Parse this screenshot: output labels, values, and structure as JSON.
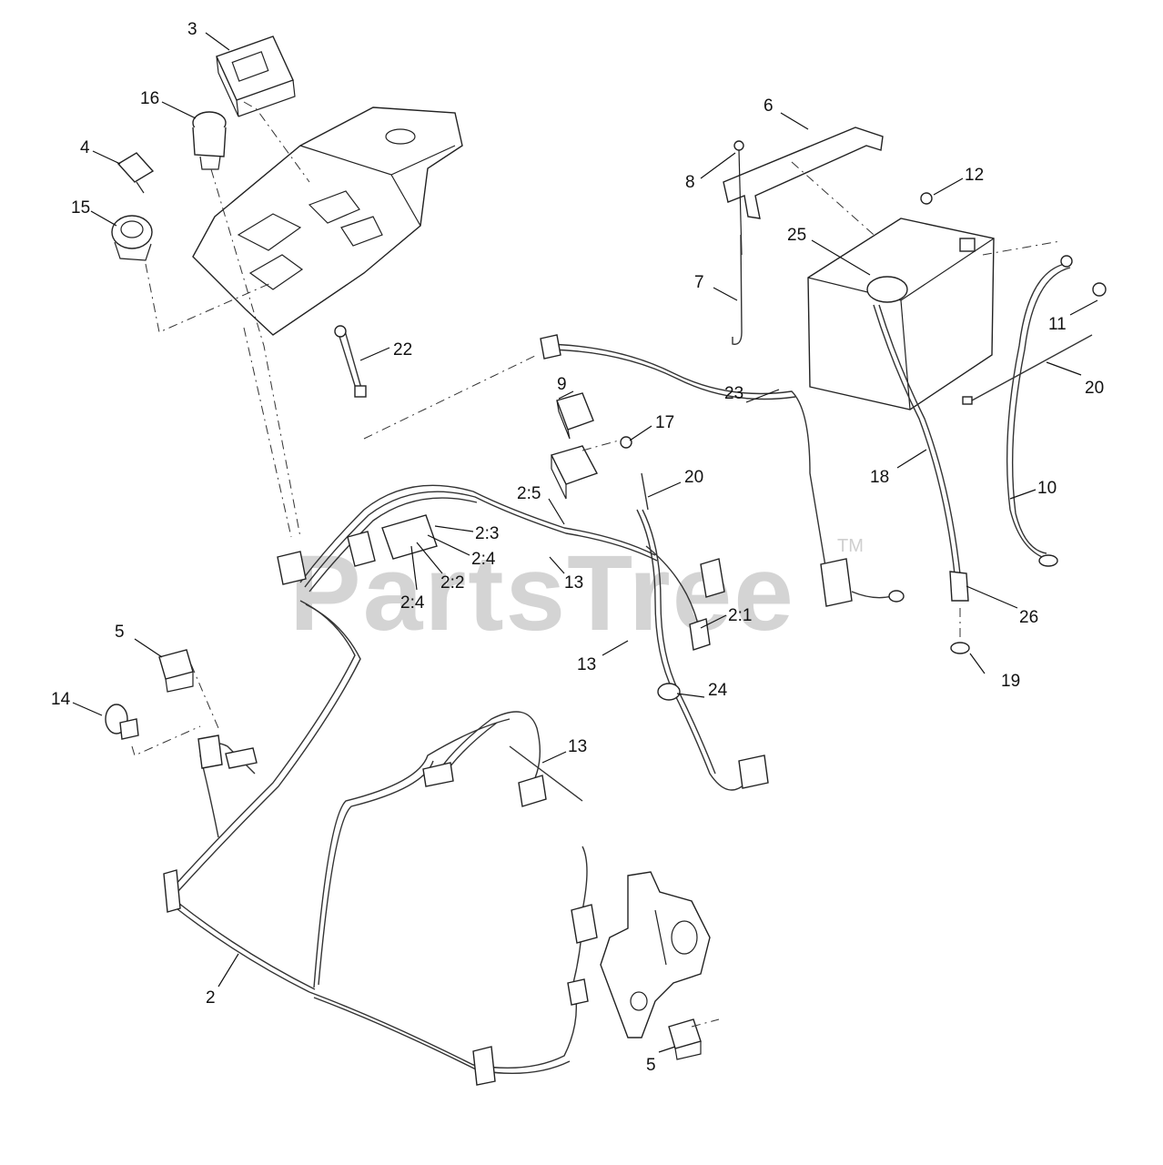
{
  "watermark": {
    "text": "PartsTree",
    "trademark": "TM"
  },
  "callouts": {
    "c3": "3",
    "c16": "16",
    "c4": "4",
    "c15": "15",
    "c6": "6",
    "c8": "8",
    "c12": "12",
    "c25": "25",
    "c7": "7",
    "c11": "11",
    "c20a": "20",
    "c22": "22",
    "c9": "9",
    "c17": "17",
    "c23": "23",
    "c18": "18",
    "c10": "10",
    "c20b": "20",
    "c2_5": "2:5",
    "c2_3": "2:3",
    "c2_4a": "2:4",
    "c2_2": "2:2",
    "c2_4b": "2:4",
    "c13a": "13",
    "c2_1": "2:1",
    "c26": "26",
    "c5a": "5",
    "c13b": "13",
    "c19": "19",
    "c14": "14",
    "c24": "24",
    "c13c": "13",
    "c2": "2",
    "c5b": "5"
  }
}
